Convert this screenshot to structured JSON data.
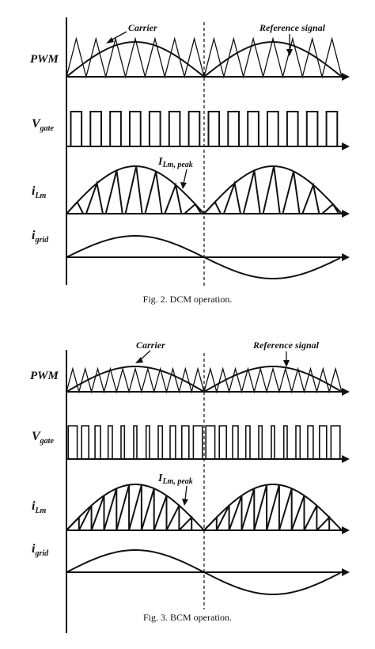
{
  "figures": [
    {
      "id": "dcm",
      "caption": "Fig. 2. DCM operation.",
      "annotations": {
        "carrier": "Carrier",
        "reference": "Reference signal",
        "peak_main": "I",
        "peak_sub": "Lm, peak"
      },
      "signals": [
        {
          "key": "pwm",
          "main": "PWM",
          "sub": ""
        },
        {
          "key": "vgate",
          "main": "V",
          "sub": "gate"
        },
        {
          "key": "ilm",
          "main": "i",
          "sub": "Lm"
        },
        {
          "key": "igrid",
          "main": "i",
          "sub": "grid"
        }
      ],
      "teeth_per_half_cycle": 7,
      "mode": "dcm"
    },
    {
      "id": "bcm",
      "caption": "Fig. 3. BCM operation.",
      "annotations": {
        "carrier": "Carrier",
        "reference": "Reference signal",
        "peak_main": "I",
        "peak_sub": "Lm, peak"
      },
      "signals": [
        {
          "key": "pwm",
          "main": "PWM",
          "sub": ""
        },
        {
          "key": "vgate",
          "main": "V",
          "sub": "gate"
        },
        {
          "key": "ilm",
          "main": "i",
          "sub": "Lm"
        },
        {
          "key": "igrid",
          "main": "i",
          "sub": "grid"
        }
      ],
      "teeth_per_half_cycle": 11,
      "mode": "bcm"
    }
  ]
}
